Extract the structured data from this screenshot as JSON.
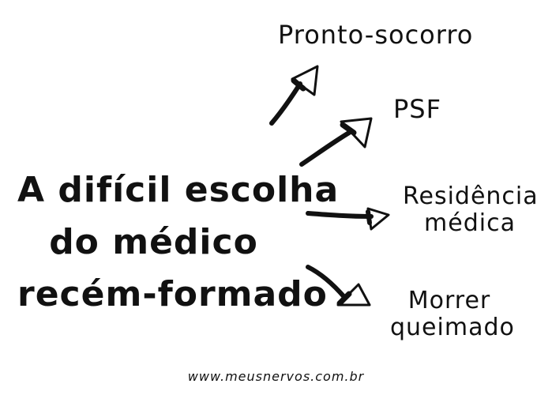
{
  "main_text": {
    "line1": "A difícil escolha",
    "line2": "do médico",
    "line3": "recém-formado"
  },
  "options": {
    "pronto_socorro": "Pronto-socorro",
    "psf": "PSF",
    "residencia": {
      "line1": "Residência",
      "line2": "médica"
    },
    "morrer": {
      "line1": "Morrer",
      "line2": "queimado"
    }
  },
  "footer": {
    "url": "www.meusnervos.com.br"
  },
  "colors": {
    "ink": "#111111",
    "background": "#ffffff"
  }
}
